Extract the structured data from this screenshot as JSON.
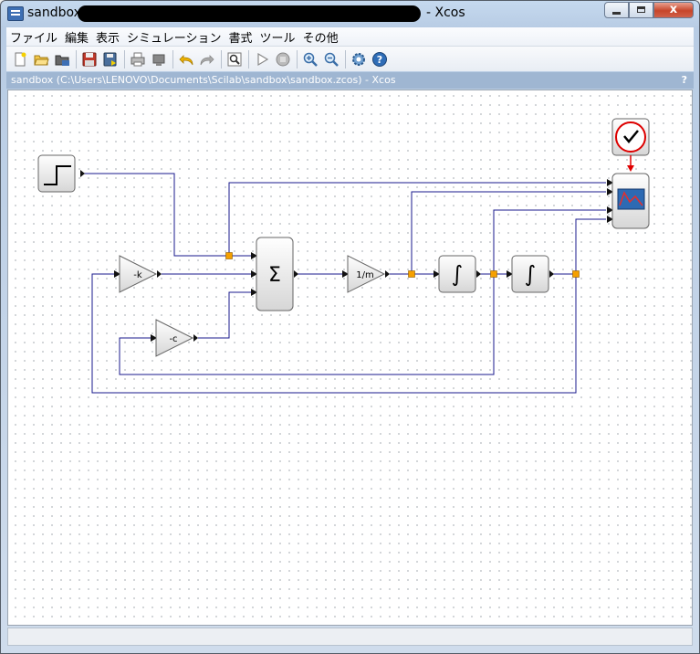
{
  "window": {
    "title_left": "sandbox",
    "title_right": "- Xcos",
    "close_label": "x"
  },
  "menu": {
    "items": [
      "ファイル",
      "編集",
      "表示",
      "シミュレーション",
      "書式",
      "ツール",
      "その他"
    ]
  },
  "toolbar": {
    "icons": [
      "new-diagram-icon",
      "open-icon",
      "open-in-scilab-icon",
      "save-icon",
      "save-as-icon",
      "print-icon",
      "export-icon",
      "undo-icon",
      "redo-icon",
      "fit-diagram-icon",
      "start-icon",
      "stop-icon",
      "zoom-in-icon",
      "zoom-out-icon",
      "setup-icon",
      "help-icon"
    ]
  },
  "pathbar": {
    "text": "sandbox (C:\\Users\\LENOVO\\Documents\\Scilab\\sandbox\\sandbox.zcos) - Xcos",
    "help": "?"
  },
  "diagram": {
    "gain_k": "-k",
    "gain_c": "-c",
    "gain_m": "1/m",
    "sum_symbol": "Σ",
    "integral_symbol": "∫"
  },
  "colors": {
    "link": "#1a1a8c",
    "split": "#f5a000",
    "event_link": "#e00000",
    "path_bar": "#9fb6d2"
  }
}
